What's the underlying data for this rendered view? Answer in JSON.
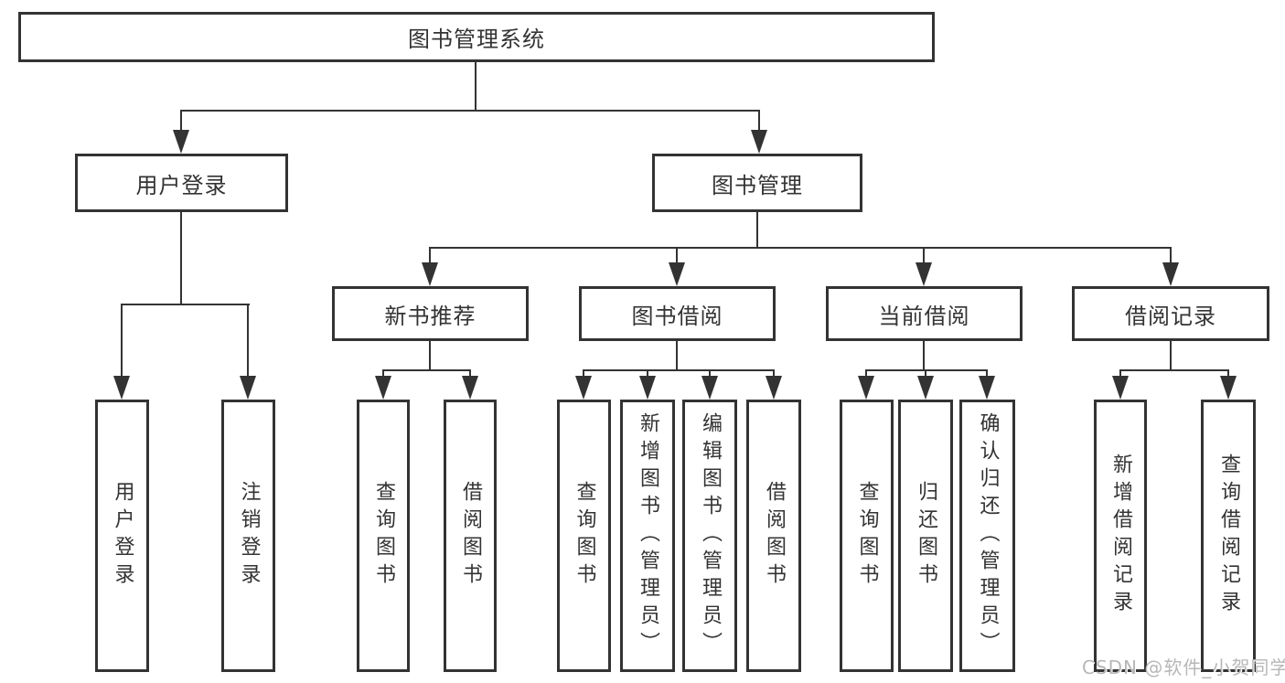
{
  "diagram": {
    "root": {
      "label": "图书管理系统"
    },
    "branches": [
      {
        "label": "用户登录",
        "children": [
          {
            "label": "用户登录"
          },
          {
            "label": "注销登录"
          }
        ]
      },
      {
        "label": "图书管理",
        "children": [
          {
            "label": "新书推荐",
            "children": [
              {
                "label": "查询图书"
              },
              {
                "label": "借阅图书"
              }
            ]
          },
          {
            "label": "图书借阅",
            "children": [
              {
                "label": "查询图书"
              },
              {
                "label": "新增图书（管理员）"
              },
              {
                "label": "编辑图书（管理员）"
              },
              {
                "label": "借阅图书"
              }
            ]
          },
          {
            "label": "当前借阅",
            "children": [
              {
                "label": "查询图书"
              },
              {
                "label": "归还图书"
              },
              {
                "label": "确认归还（管理员）"
              }
            ]
          },
          {
            "label": "借阅记录",
            "children": [
              {
                "label": "新增借阅记录"
              },
              {
                "label": "查询借阅记录"
              }
            ]
          }
        ]
      }
    ]
  },
  "watermark": {
    "text": "CSDN @软件_小贺同学"
  },
  "colors": {
    "line": "#333333",
    "text": "#333333",
    "background": "#ffffff",
    "watermark": "#b7b7b7"
  }
}
